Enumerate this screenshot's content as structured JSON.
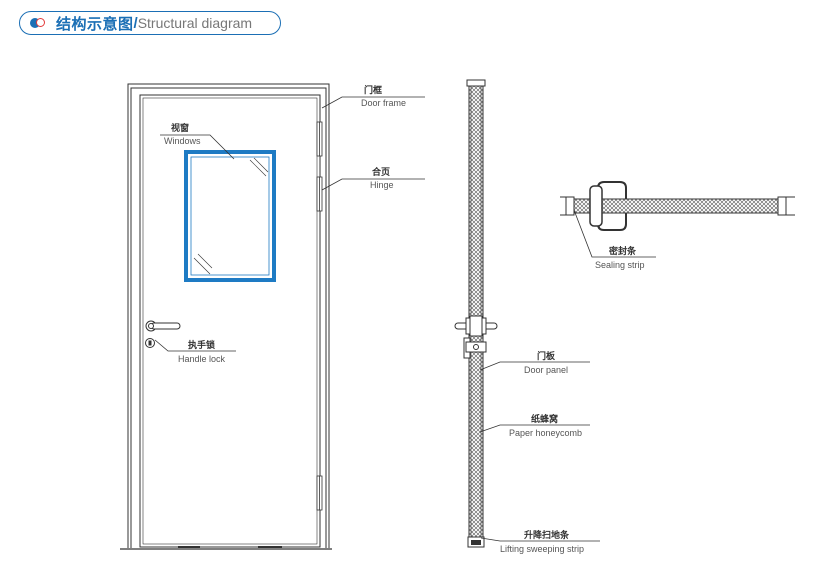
{
  "header": {
    "title_cn": "结构示意图",
    "separator": "/",
    "title_en": "Structural diagram"
  },
  "colors": {
    "accent": "#1b6fb5",
    "icon_red": "#e23b3b",
    "window_frame": "#1e7bc4",
    "line": "#333333"
  },
  "labels": {
    "door_frame": {
      "cn": "门框",
      "en": "Door frame"
    },
    "windows": {
      "cn": "视窗",
      "en": "Windows"
    },
    "hinge": {
      "cn": "合页",
      "en": "Hinge"
    },
    "handle_lock": {
      "cn": "执手锁",
      "en": "Handle lock"
    },
    "sealing_strip": {
      "cn": "密封条",
      "en": "Sealing strip"
    },
    "door_panel": {
      "cn": "门板",
      "en": "Door panel"
    },
    "paper_honeycomb": {
      "cn": "纸蜂窝",
      "en": "Paper honeycomb"
    },
    "lifting_strip": {
      "cn": "升降扫地条",
      "en": "Lifting sweeping strip"
    }
  }
}
